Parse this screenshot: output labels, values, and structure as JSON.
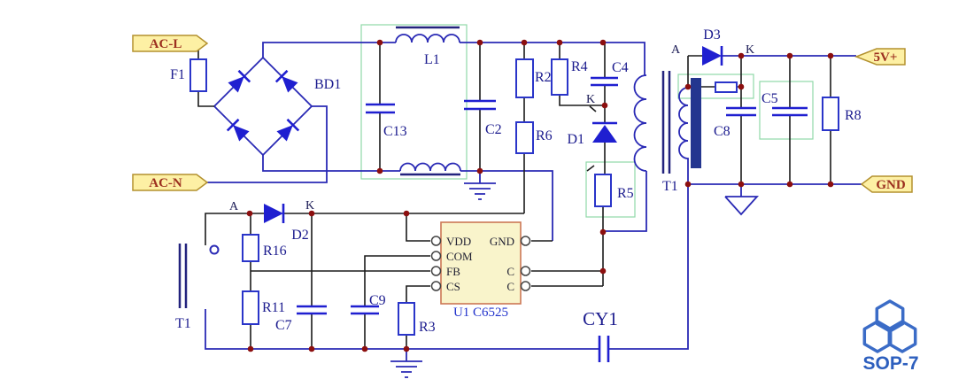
{
  "tags": {
    "ac_l": "AC-L",
    "ac_n": "AC-N",
    "v5": "5V+",
    "gnd": "GND"
  },
  "refs": {
    "f1": "F1",
    "bd1": "BD1",
    "l1": "L1",
    "c13": "C13",
    "c2": "C2",
    "r2": "R2",
    "r6": "R6",
    "r4": "R4",
    "c4": "C4",
    "d1": "D1",
    "r5": "R5",
    "t1": "T1",
    "d3": "D3",
    "c8": "C8",
    "c5": "C5",
    "r8": "R8",
    "d2": "D2",
    "r16": "R16",
    "r11": "R11",
    "c7": "C7",
    "c9": "C9",
    "t1aux": "T1",
    "r3": "R3",
    "cy1": "CY1"
  },
  "markers": {
    "d1_k": "K",
    "d2_a": "A",
    "d2_k": "K",
    "d3_a": "A",
    "d3_k": "K"
  },
  "ic": {
    "ref": "U1 C6525",
    "pins_left": [
      "VDD",
      "COM",
      "FB",
      "CS"
    ],
    "pins_right": [
      "GND",
      "C",
      "C"
    ]
  },
  "logo": {
    "text": "SOP-7"
  },
  "colors": {
    "wire_blue": "#2a2ab5",
    "wire_black": "#1b1b1b",
    "component_blue": "#1f1fd0",
    "junction_red": "#8c0f0f",
    "tag_fill": "#fdf0a4",
    "tag_border": "#b3912f",
    "tag_text": "#9c2f1f",
    "ic_fill": "#f9f4cb",
    "ic_border": "#cc7755",
    "highlight_green": "#8fd8a8",
    "logo_blue": "#3b6cc7",
    "shield_bar": "#24368f"
  }
}
